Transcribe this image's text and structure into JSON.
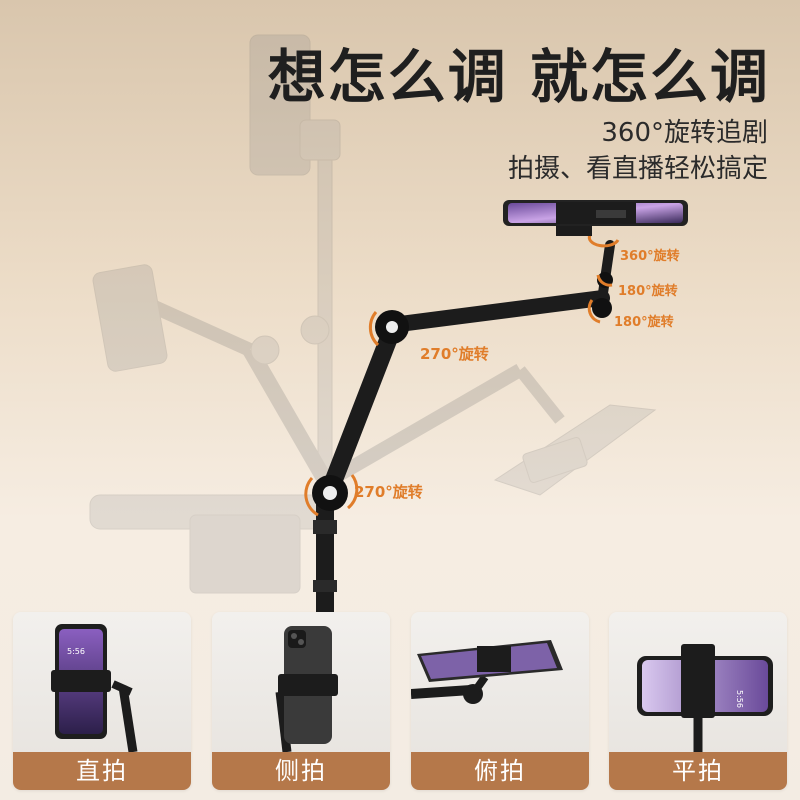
{
  "headline": "想怎么调 就怎么调",
  "subtitle_line1": "360°旋转追剧",
  "subtitle_line2": "拍摄、看直播轻松搞定",
  "rotation_labels": {
    "top_360": "360°旋转",
    "joint_180_a": "180°旋转",
    "joint_180_b": "180°旋转",
    "elbow_270": "270°旋转",
    "base_270": "270°旋转"
  },
  "modes": [
    {
      "label": "直拍",
      "icon": "phone-portrait-icon"
    },
    {
      "label": "侧拍",
      "icon": "phone-side-icon"
    },
    {
      "label": "俯拍",
      "icon": "phone-overhead-icon"
    },
    {
      "label": "平拍",
      "icon": "phone-landscape-icon"
    }
  ],
  "colors": {
    "accent_orange": "#e07d2a",
    "card_label_bg": "#b5784a",
    "headline": "#1f1f1f",
    "arm_black": "#1c1c1c"
  }
}
